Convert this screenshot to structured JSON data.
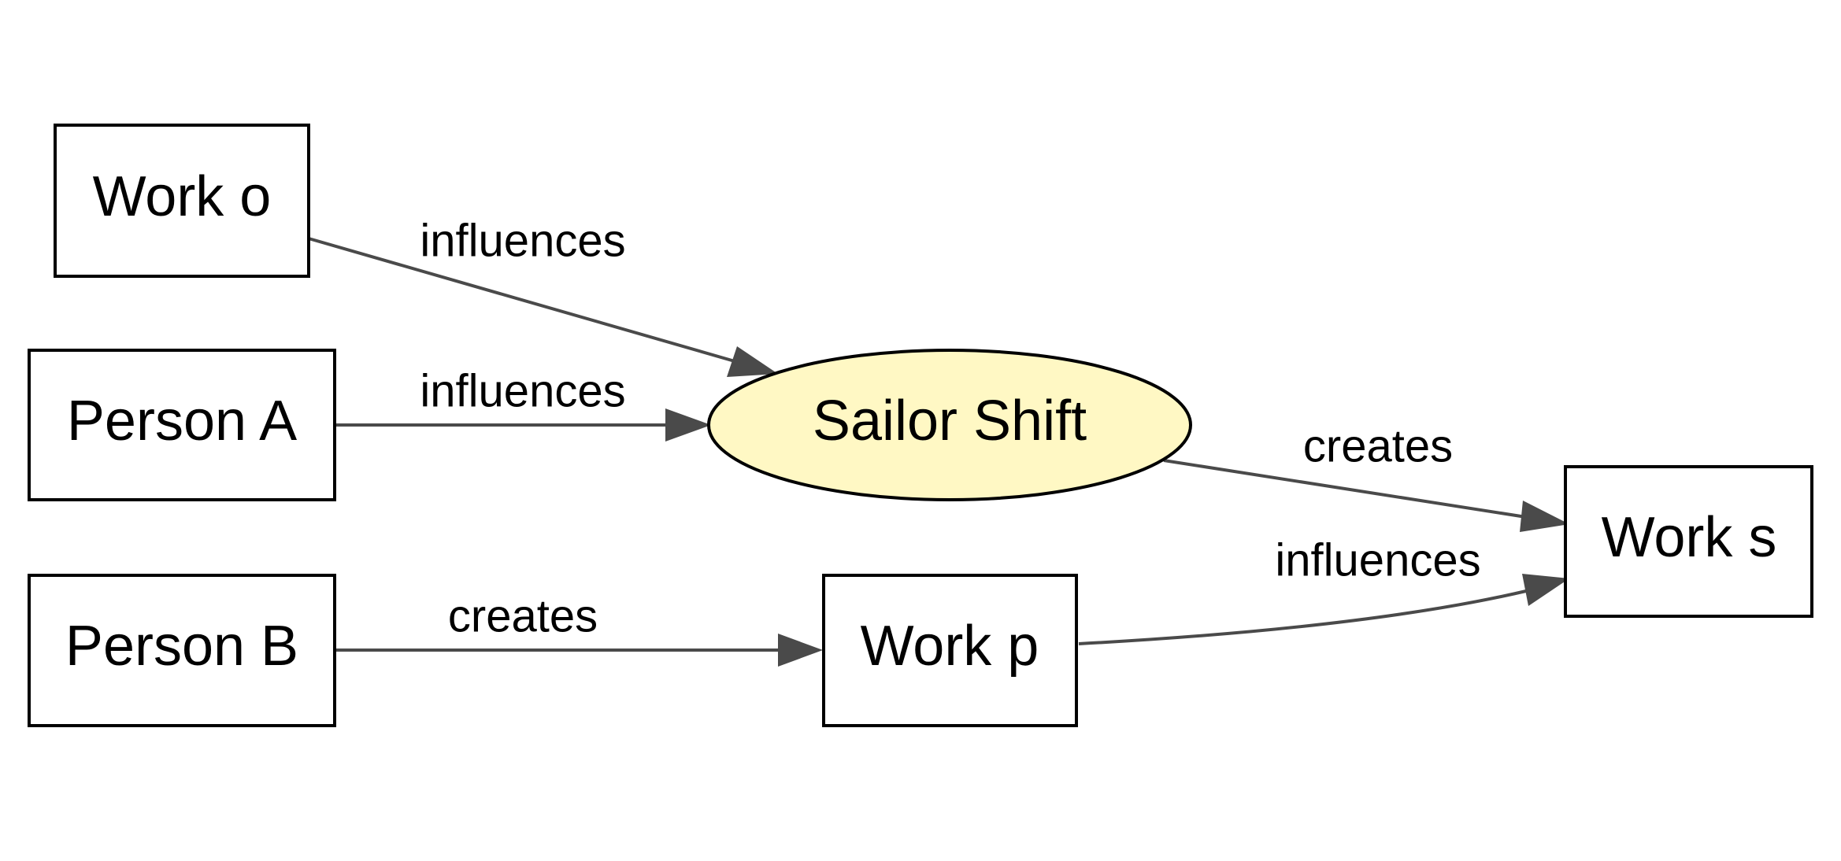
{
  "diagram": {
    "colors": {
      "edge": "#4a4a4a",
      "central_fill": "#fff8c4",
      "node_stroke": "#000000",
      "node_fill": "#ffffff"
    },
    "nodes": {
      "work_o": "Work o",
      "person_a": "Person A",
      "person_b": "Person B",
      "sailor_shift": "Sailor Shift",
      "work_p": "Work p",
      "work_s": "Work s"
    },
    "edges": {
      "work_o_to_sailor_shift": "influences",
      "person_a_to_sailor_shift": "influences",
      "sailor_shift_to_work_s": "creates",
      "person_b_to_work_p": "creates",
      "work_p_to_work_s": "influences"
    }
  }
}
